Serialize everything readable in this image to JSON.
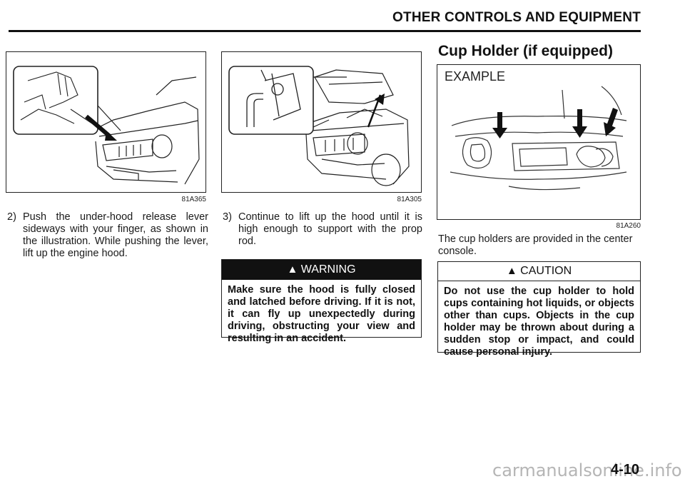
{
  "header": {
    "title": "OTHER CONTROLS AND EQUIPMENT"
  },
  "figures": {
    "fig1_code": "81A365",
    "fig2_code": "81A305",
    "fig3_label": "EXAMPLE",
    "fig3_code": "81A260"
  },
  "column1": {
    "step_number": "2)",
    "step_text": "Push the under-hood release lever sideways with your finger, as shown in the illustration. While pushing the lever, lift up the engine hood."
  },
  "column2": {
    "step_number": "3)",
    "step_text": "Continue to lift up the hood until it is high enough to support with the prop rod.",
    "warning_title": "WARNING",
    "warning_text": "Make sure the hood is fully closed and latched before driving. If it is not, it can fly up unexpectedly during driving, obstructing your view and resulting in an accident."
  },
  "column3": {
    "section_title": "Cup Holder (if equipped)",
    "body_text": "The cup holders are provided in the center console.",
    "caution_title": "CAUTION",
    "caution_text": "Do not use the cup holder to hold cups containing hot liquids, or objects other than cups. Objects in the cup holder may be thrown about during a sudden stop or impact, and could cause personal injury."
  },
  "footer": {
    "page_number": "4-10",
    "watermark": "carmanualsonline.info"
  }
}
